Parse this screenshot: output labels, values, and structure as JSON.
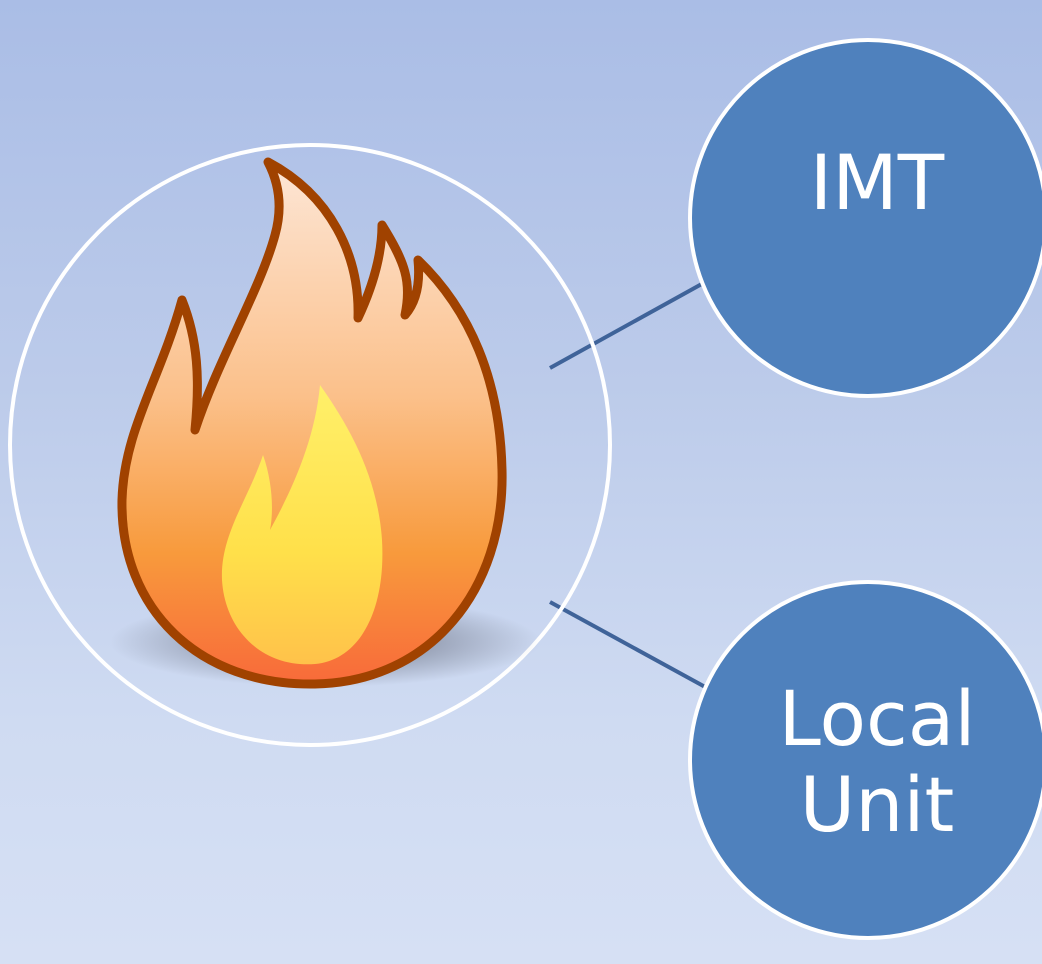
{
  "nodes": [
    {
      "id": "imt",
      "label": "IMT"
    },
    {
      "id": "local-unit",
      "label": "Local\nUnit"
    }
  ],
  "center": {
    "icon": "fire-icon"
  },
  "colors": {
    "background_top": "#aabde6",
    "background_bottom": "#d6e0f4",
    "node_fill": "#4f81bd",
    "node_stroke": "#ffffff",
    "connector": "#3f6399",
    "flame_outline": "#a04200",
    "flame_outer_top": "#fde6d6",
    "flame_outer_mid": "#f8a14a",
    "flame_outer_bottom": "#f86a3a",
    "flame_inner_top": "#fff06a",
    "flame_inner_bottom": "#ffc24a"
  }
}
